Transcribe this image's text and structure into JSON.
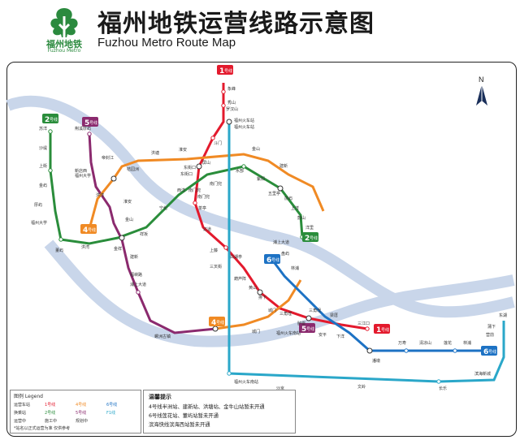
{
  "header": {
    "title_cn": "福州地铁运营线路示意图",
    "title_en": "Fuzhou Metro Route Map",
    "logo_text": "福州地铁",
    "logo_sub": "Fuzhou Metro"
  },
  "compass": {
    "label": "N"
  },
  "colors": {
    "line1": "#e31a2d",
    "line2": "#2a8d3b",
    "line4": "#f08a24",
    "line5": "#8b2a6e",
    "line6": "#1d72c4",
    "line_f1": "#2aa7c9",
    "river": "#c9d6ea"
  },
  "line_badges": [
    {
      "num": "1",
      "label": "号线"
    },
    {
      "num": "2",
      "label": "号线"
    },
    {
      "num": "5",
      "label": "号线"
    },
    {
      "num": "4",
      "label": "号线"
    },
    {
      "num": "2",
      "label": "号线"
    },
    {
      "num": "6",
      "label": "号线"
    },
    {
      "num": "5",
      "label": "号线"
    },
    {
      "num": "4",
      "label": "号线"
    },
    {
      "num": "1",
      "label": "号线"
    },
    {
      "num": "6",
      "label": "号线"
    }
  ],
  "stations": {
    "line1": [
      "象峰",
      "秀山",
      "罗汉山",
      "福州火车站",
      "斗门",
      "屏山",
      "东街口",
      "南门兜",
      "茶亭",
      "达道",
      "上藤",
      "三叉街",
      "白湖亭",
      "葫芦阵",
      "黄山",
      "排下",
      "城门",
      "三角埕",
      "胪雷",
      "福州火车南站",
      "安平",
      "梁厝",
      "下洋",
      "三江口"
    ],
    "line2": [
      "苏洋",
      "沙堤",
      "上街",
      "金屿",
      "厚屿",
      "福州大学",
      "董屿",
      "洪湾",
      "金祥",
      "祥坂",
      "宁化",
      "西洋",
      "南门兜",
      "水部",
      "紫阳",
      "五里亭",
      "前屿",
      "上洋",
      "鼓山",
      "洋里"
    ],
    "line4": [
      "帝封江",
      "桔园洲",
      "洪塘",
      "淮安",
      "金山",
      "建新",
      "浦上大道",
      "盘屿",
      "林浦",
      "城门"
    ],
    "line5": [
      "荆溪厚屿",
      "新店西",
      "福州大学",
      "洪湾",
      "淮安",
      "金山",
      "建新",
      "福峡路",
      "浦上大道",
      "螺洲古镇"
    ],
    "line6": [
      "潘墩",
      "万寿",
      "清凉山",
      "莲花",
      "林浦",
      "蒲下",
      "营前",
      "东湖"
    ],
    "line_f1": [
      "福州火车站",
      "福州火车南站",
      "长乐"
    ],
    "other": [
      "东街口",
      "南门兜",
      "三角埕",
      "滨海新城",
      "文岭",
      "沙京"
    ]
  },
  "legend": {
    "title": "图例 Legend",
    "items": [
      "运营车站",
      "换乘站",
      "1号线",
      "2号线",
      "4号线",
      "5号线",
      "6号线",
      "F1线",
      "运营中",
      "施工中",
      "规划中"
    ],
    "footnote": "*站名以正式运营为准 仅供参考"
  },
  "notice": {
    "title": "温馨提示",
    "lines": [
      "4号线半洲站、建新站、洪塘站、金牛山站暂未开通",
      "6号线莲花站、董屿站暂未开通",
      "滨海快线滨海西站暂未开通"
    ]
  }
}
